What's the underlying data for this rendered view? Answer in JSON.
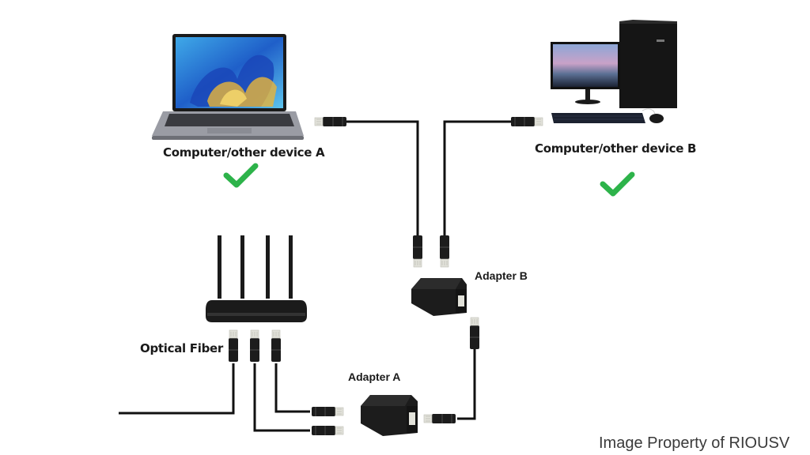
{
  "diagram": {
    "title": "Network splitter connection diagram",
    "nodes": {
      "device_a": {
        "label": "Computer/other device A",
        "type": "laptop",
        "status": "connected",
        "status_icon": "check-icon"
      },
      "device_b": {
        "label": "Computer/other device B",
        "type": "desktop",
        "status": "connected",
        "status_icon": "check-icon"
      },
      "router": {
        "label": "Optical Fiber",
        "type": "router",
        "antennas": 4,
        "ports": 3
      },
      "adapter_a": {
        "label": "Adapter A",
        "type": "rj45-splitter"
      },
      "adapter_b": {
        "label": "Adapter B",
        "type": "rj45-splitter"
      }
    },
    "edges": [
      {
        "from": "optical fiber line",
        "to": "router"
      },
      {
        "from": "router",
        "to": "adapter_a"
      },
      {
        "from": "router",
        "to": "adapter_a"
      },
      {
        "from": "adapter_a",
        "to": "adapter_b"
      },
      {
        "from": "adapter_b",
        "to": "device_a"
      },
      {
        "from": "adapter_b",
        "to": "device_b"
      }
    ]
  },
  "colors": {
    "check": "#2db34a",
    "cable": "#111111",
    "connector_body": "#1c1c1c",
    "connector_tip": "#e0e0d8",
    "device_dark": "#1e1e1e",
    "laptop_body": "#8a8c94"
  },
  "watermark": "Image Property of RIOUSV"
}
